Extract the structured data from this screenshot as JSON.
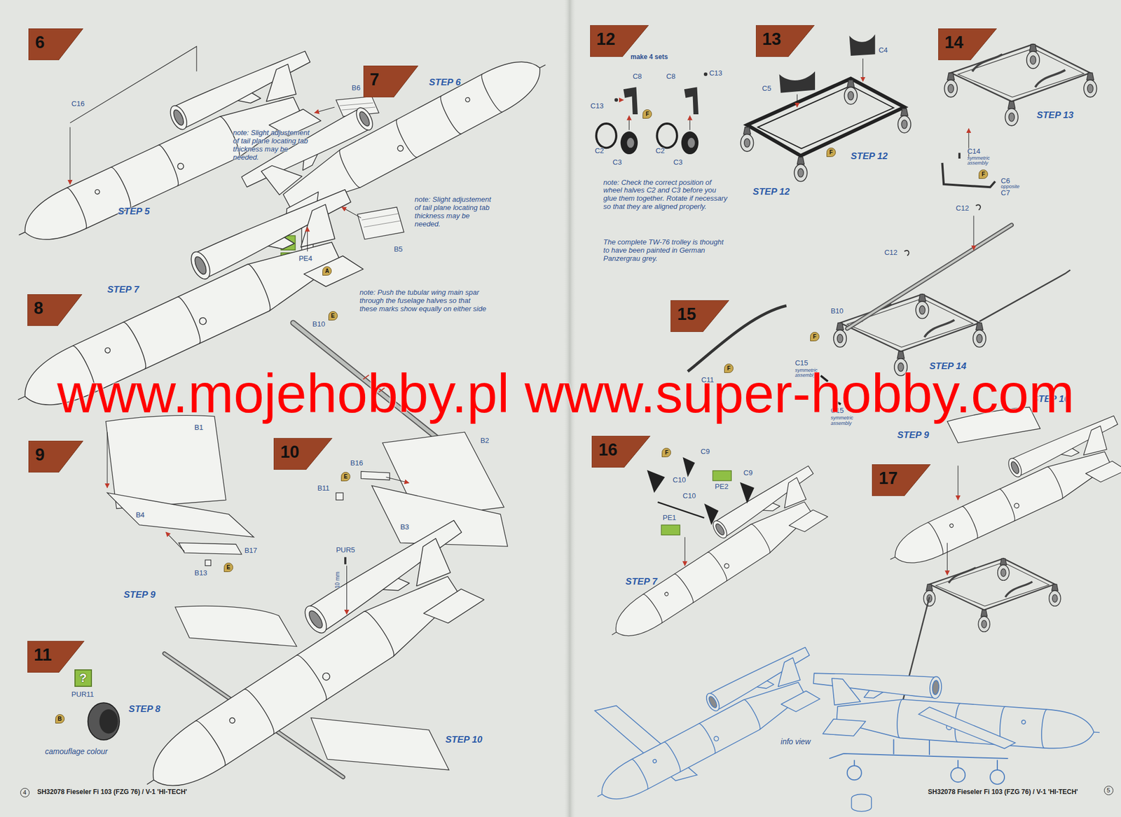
{
  "diagram": {
    "nodes": [
      {
        "text": [
          "6"
        ]
      },
      {
        "text": [
          "7"
        ]
      },
      {
        "text": [
          "8"
        ]
      },
      {
        "text": [
          "9"
        ]
      },
      {
        "text": [
          "10"
        ]
      },
      {
        "text": [
          "11"
        ]
      },
      {
        "text": [
          "12"
        ]
      },
      {
        "text": [
          "13"
        ]
      },
      {
        "text": [
          "14"
        ]
      },
      {
        "text": [
          "15"
        ]
      },
      {
        "text": [
          "16"
        ]
      },
      {
        "text": [
          "17"
        ]
      }
    ],
    "labels": [
      "C16",
      "B6",
      "note: Slight adjustement of tail plane locating tab thickness may be needed.",
      "STEP 5",
      "STEP 6",
      "note: Slight adjustement of tail plane locating tab thickness may be needed.",
      "PE4",
      "A",
      "B5",
      "STEP 7",
      "note: Push the tubular wing main spar through the fuselage halves so that these marks show equally on either side",
      "E",
      "B10",
      "B1",
      "B4",
      "B17",
      "B13",
      "E",
      "B2",
      "B16",
      "E",
      "B11",
      "B3",
      "PUR5",
      "10 mm",
      "STEP 9",
      "STEP 8",
      "STEP 10",
      "?",
      "PUR11",
      "B",
      "camouflage colour",
      "4",
      "SH32078 Fieseler Fi 103 (FZG 76) / V-1 'HI-TECH'",
      "make 4 sets",
      "C8",
      "C8",
      "C13",
      "C13",
      "F",
      "C2",
      "C3",
      "C2",
      "C3",
      "note: Check the correct position of wheel halves C2 and C3 before you glue them together. Rotate if necessary so that they are aligned properly.",
      "The complete TW-76 trolley is thought to have been painted in German Panzergrau grey.",
      "C4",
      "C5",
      "F",
      "STEP 12",
      "STEP 12",
      "STEP 13",
      "C14",
      "symmetric assembly",
      "F",
      "C6",
      "opposite",
      "C7",
      "C12",
      "C12",
      "B10",
      "F",
      "STEP 14",
      "C15",
      "symmetric assembly",
      "C11",
      "F",
      "C15",
      "symmetric assembly",
      "STEP 16",
      "STEP 9",
      "C9",
      "F",
      "C10",
      "PE2",
      "C9",
      "C10",
      "PE1",
      "STEP 7",
      "info view",
      "SH32078 Fieseler Fi 103 (FZG 76) / V-1 'HI-TECH'",
      "5",
      "www.mojehobby.pl www.super-hobby.com"
    ]
  }
}
